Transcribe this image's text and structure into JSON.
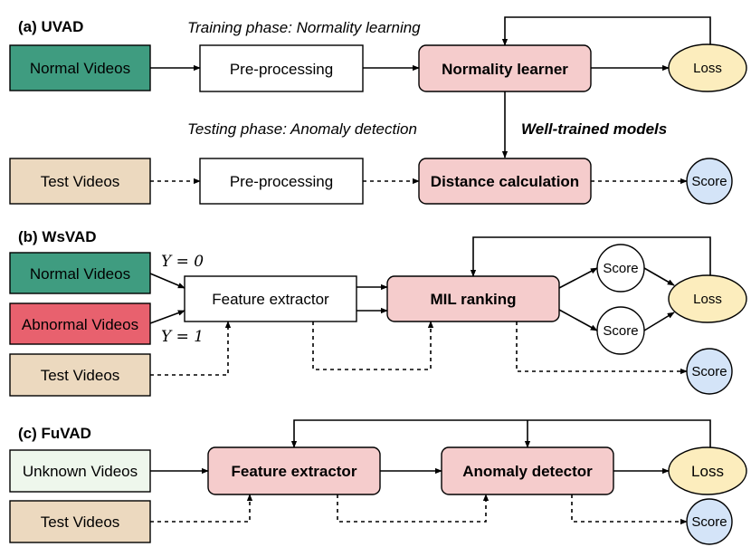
{
  "colors": {
    "green": "#3f9c80",
    "red": "#e8616e",
    "tan": "#ecd9bf",
    "lightgreen": "#eef7ec",
    "pink": "#f5cccc",
    "loss": "#fcedbd",
    "score_blue": "#d4e4f8",
    "white": "#ffffff"
  },
  "uvad": {
    "title": "(a) UVAD",
    "training_phase": "Training phase:  Normality learning",
    "testing_phase": "Testing phase:  Anomaly detection",
    "normal_videos": "Normal Videos",
    "preprocessing_train": "Pre-processing",
    "normality_learner": "Normality learner",
    "loss": "Loss",
    "well_trained": "Well-trained models",
    "test_videos": "Test Videos",
    "preprocessing_test": "Pre-processing",
    "distance_calc": "Distance calculation",
    "score": "Score"
  },
  "wsvad": {
    "title": "(b) WsVAD",
    "normal_videos": "Normal Videos",
    "abnormal_videos": "Abnormal Videos",
    "test_videos": "Test Videos",
    "y0": "Y = 0",
    "y1": "Y = 1",
    "feature_extractor": "Feature extractor",
    "mil_ranking": "MIL ranking",
    "score_top": "Score",
    "score_bottom": "Score",
    "loss": "Loss",
    "score_out": "Score"
  },
  "fuvad": {
    "title": "(c) FuVAD",
    "unknown_videos": "Unknown Videos",
    "test_videos": "Test Videos",
    "feature_extractor": "Feature extractor",
    "anomaly_detector": "Anomaly detector",
    "loss": "Loss",
    "score": "Score"
  }
}
